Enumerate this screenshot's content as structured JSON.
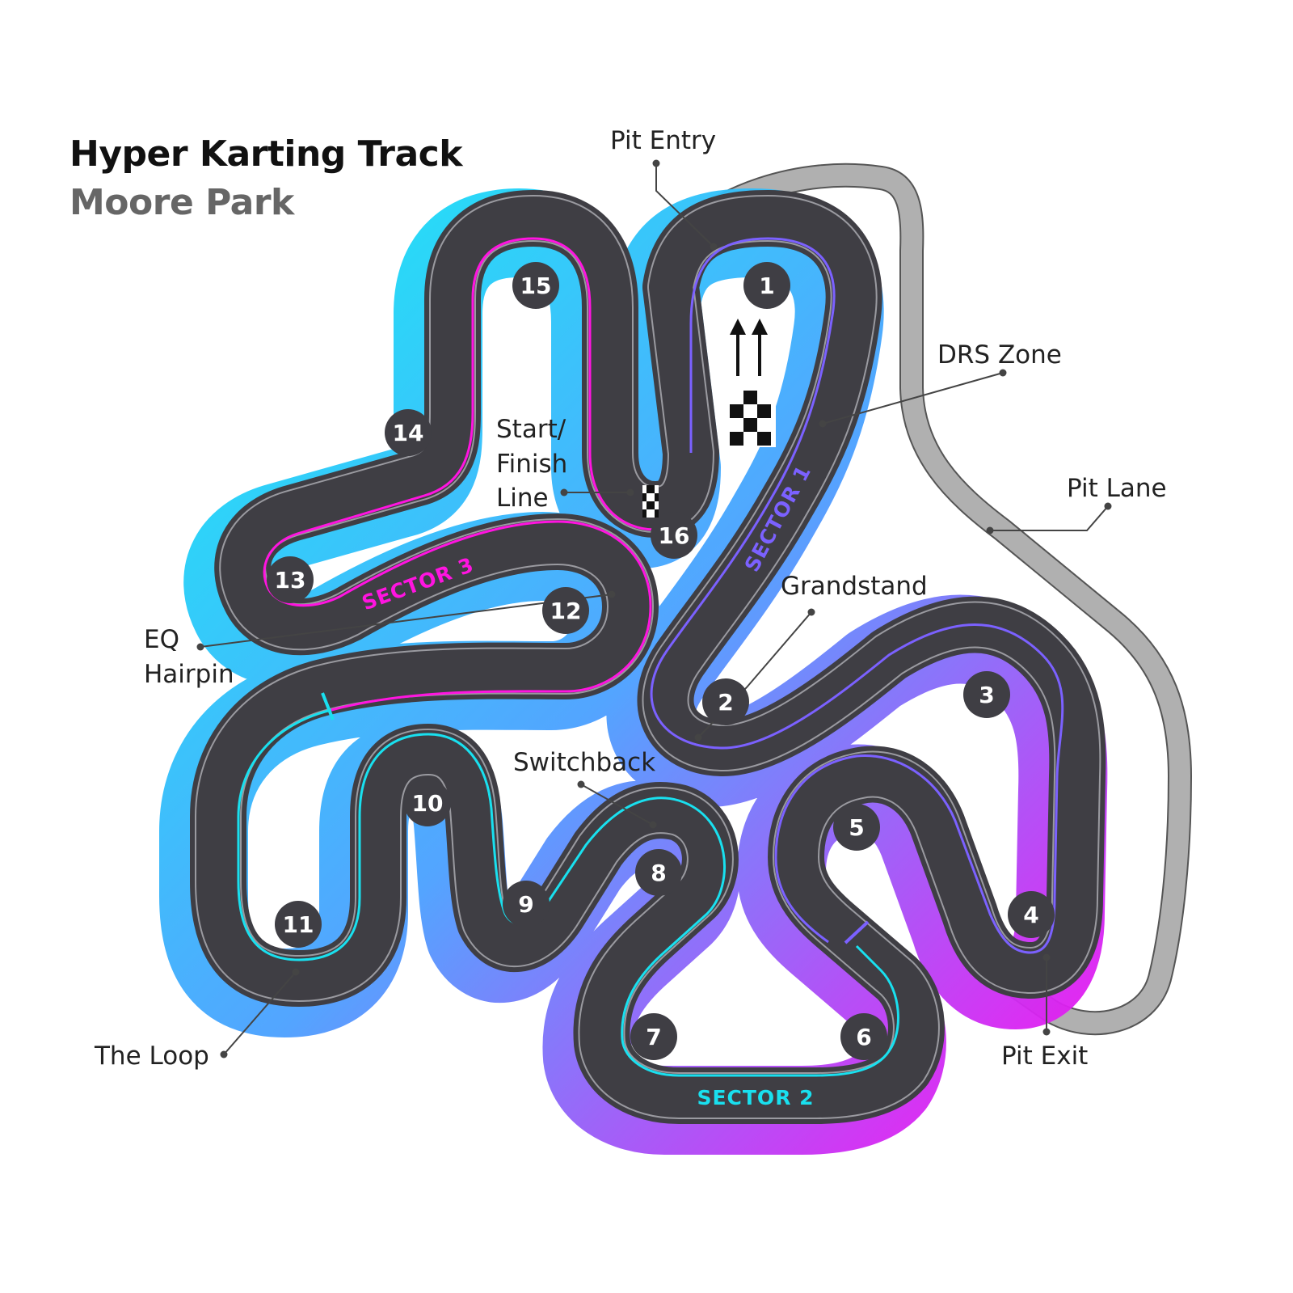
{
  "header": {
    "title": "Hyper Karting Track",
    "subtitle": "Moore Park"
  },
  "colors": {
    "track": "#3f3e44",
    "edge": "#9a9aa0",
    "pit_lane": "#b0b0b0",
    "sector_1": "#7b61ff",
    "sector_2": "#19e0ef",
    "sector_3": "#ff14e0",
    "glow_cyan": "#10e8f5",
    "glow_magenta": "#f010f0",
    "glow_blue": "#4aa0ff"
  },
  "sectors": {
    "sector_1": "SECTOR 1",
    "sector_2": "SECTOR 2",
    "sector_3": "SECTOR 3"
  },
  "corners": [
    "1",
    "2",
    "3",
    "4",
    "5",
    "6",
    "7",
    "8",
    "9",
    "10",
    "11",
    "12",
    "13",
    "14",
    "15",
    "16"
  ],
  "labels": {
    "pit_entry": "Pit Entry",
    "drs_zone": "DRS Zone",
    "pit_lane": "Pit Lane",
    "grandstand": "Grandstand",
    "pit_exit": "Pit Exit",
    "switchback": "Switchback",
    "start_finish": [
      "Start/",
      "Finish",
      "Line"
    ],
    "eq_hairpin": [
      "EQ",
      "Hairpin"
    ],
    "the_loop": "The Loop"
  },
  "icons": {
    "direction": "double-up-arrow-icon",
    "finish": "checkered-flag-icon"
  }
}
